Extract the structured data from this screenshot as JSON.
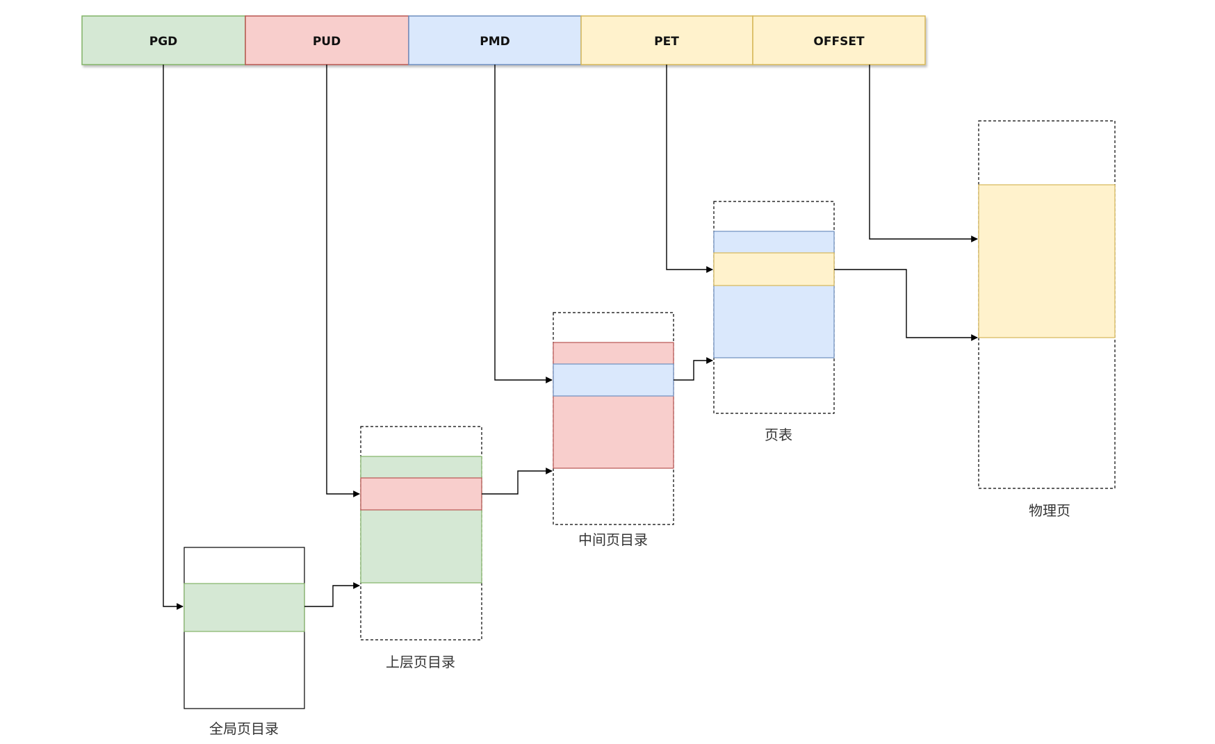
{
  "address_fields": [
    {
      "label": "PGD",
      "color": "#d5e8d4",
      "border": "#82b366"
    },
    {
      "label": "PUD",
      "color": "#f8cecc",
      "border": "#b85450"
    },
    {
      "label": "PMD",
      "color": "#dae8fc",
      "border": "#6c8ebf"
    },
    {
      "label": "PET",
      "color": "#fff2cc",
      "border": "#d6b656"
    },
    {
      "label": "OFFSET",
      "color": "#fff2cc",
      "border": "#d6b656"
    }
  ],
  "tables": {
    "global": {
      "caption": "全局页目录"
    },
    "upper": {
      "caption": "上层页目录"
    },
    "middle": {
      "caption": "中间页目录"
    },
    "page_table": {
      "caption": "页表"
    },
    "physical": {
      "caption": "物理页"
    }
  }
}
